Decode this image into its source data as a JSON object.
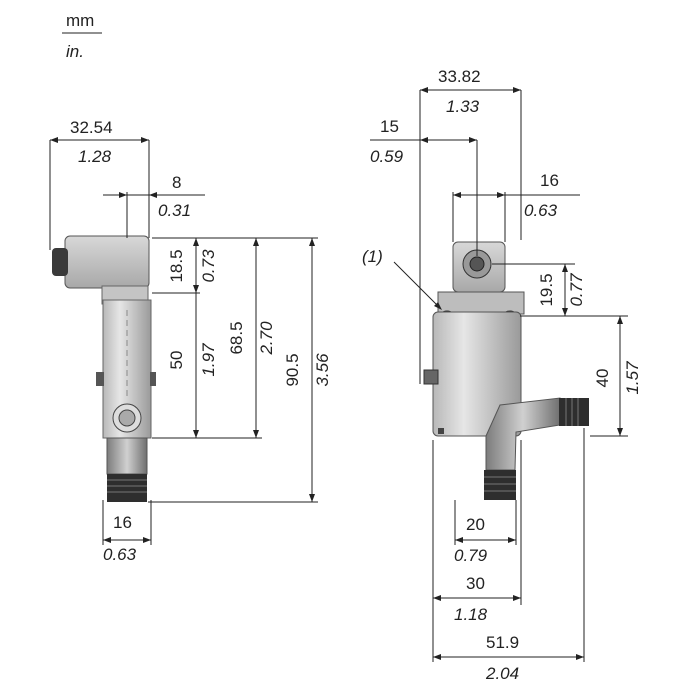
{
  "units": {
    "primary": "mm",
    "secondary": "in."
  },
  "callout": "(1)",
  "side_view": {
    "width_top": {
      "mm": "32.54",
      "in": "1.28"
    },
    "offset_top": {
      "mm": "8",
      "in": "0.31"
    },
    "head_height": {
      "mm": "18.5",
      "in": "0.73"
    },
    "body_height": {
      "mm": "50",
      "in": "1.97"
    },
    "total_body": {
      "mm": "68.5",
      "in": "2.70"
    },
    "total_height": {
      "mm": "90.5",
      "in": "3.56"
    },
    "width_bottom": {
      "mm": "16",
      "in": "0.63"
    }
  },
  "front_view": {
    "width_top": {
      "mm": "33.82",
      "in": "1.33"
    },
    "offset_left": {
      "mm": "15",
      "in": "0.59"
    },
    "head_width": {
      "mm": "16",
      "in": "0.63"
    },
    "head_offset": {
      "mm": "19.5",
      "in": "0.77"
    },
    "cable_height": {
      "mm": "40",
      "in": "1.57"
    },
    "cable_offset": {
      "mm": "20",
      "in": "0.79"
    },
    "body_width": {
      "mm": "30",
      "in": "1.18"
    },
    "total_width": {
      "mm": "51.9",
      "in": "2.04"
    }
  }
}
